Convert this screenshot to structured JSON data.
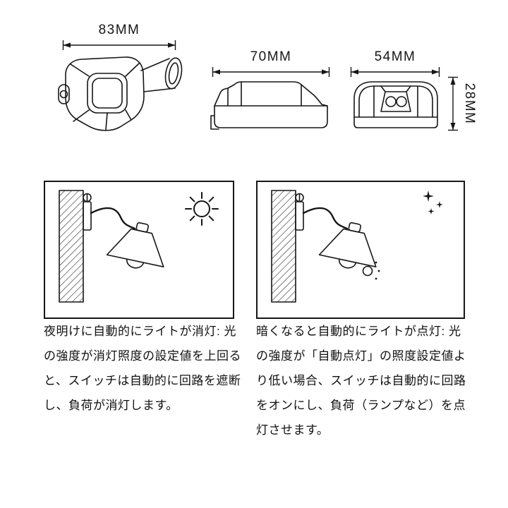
{
  "colors": {
    "line": "#161616",
    "background": "#ffffff"
  },
  "dimension_labels": {
    "front_width": "83MM",
    "side_length": "70MM",
    "end_width": "54MM",
    "end_height": "28MM"
  },
  "illustrations": {
    "day": {
      "icon": "sun-icon",
      "caption": "夜明けに自動的にライトが消灯: 光の強度が消灯照度の設定値を上回ると、スイッチは自動的に回路を遮断し、負荷が消灯します。"
    },
    "night": {
      "icon": "moon-stars-icon",
      "caption": "暗くなると自動的にライトが点灯: 光の強度が「自動点灯」の照度設定値より低い場合、スイッチは自動的に回路をオンにし、負荷（ランプなど）を点灯させます。"
    }
  }
}
